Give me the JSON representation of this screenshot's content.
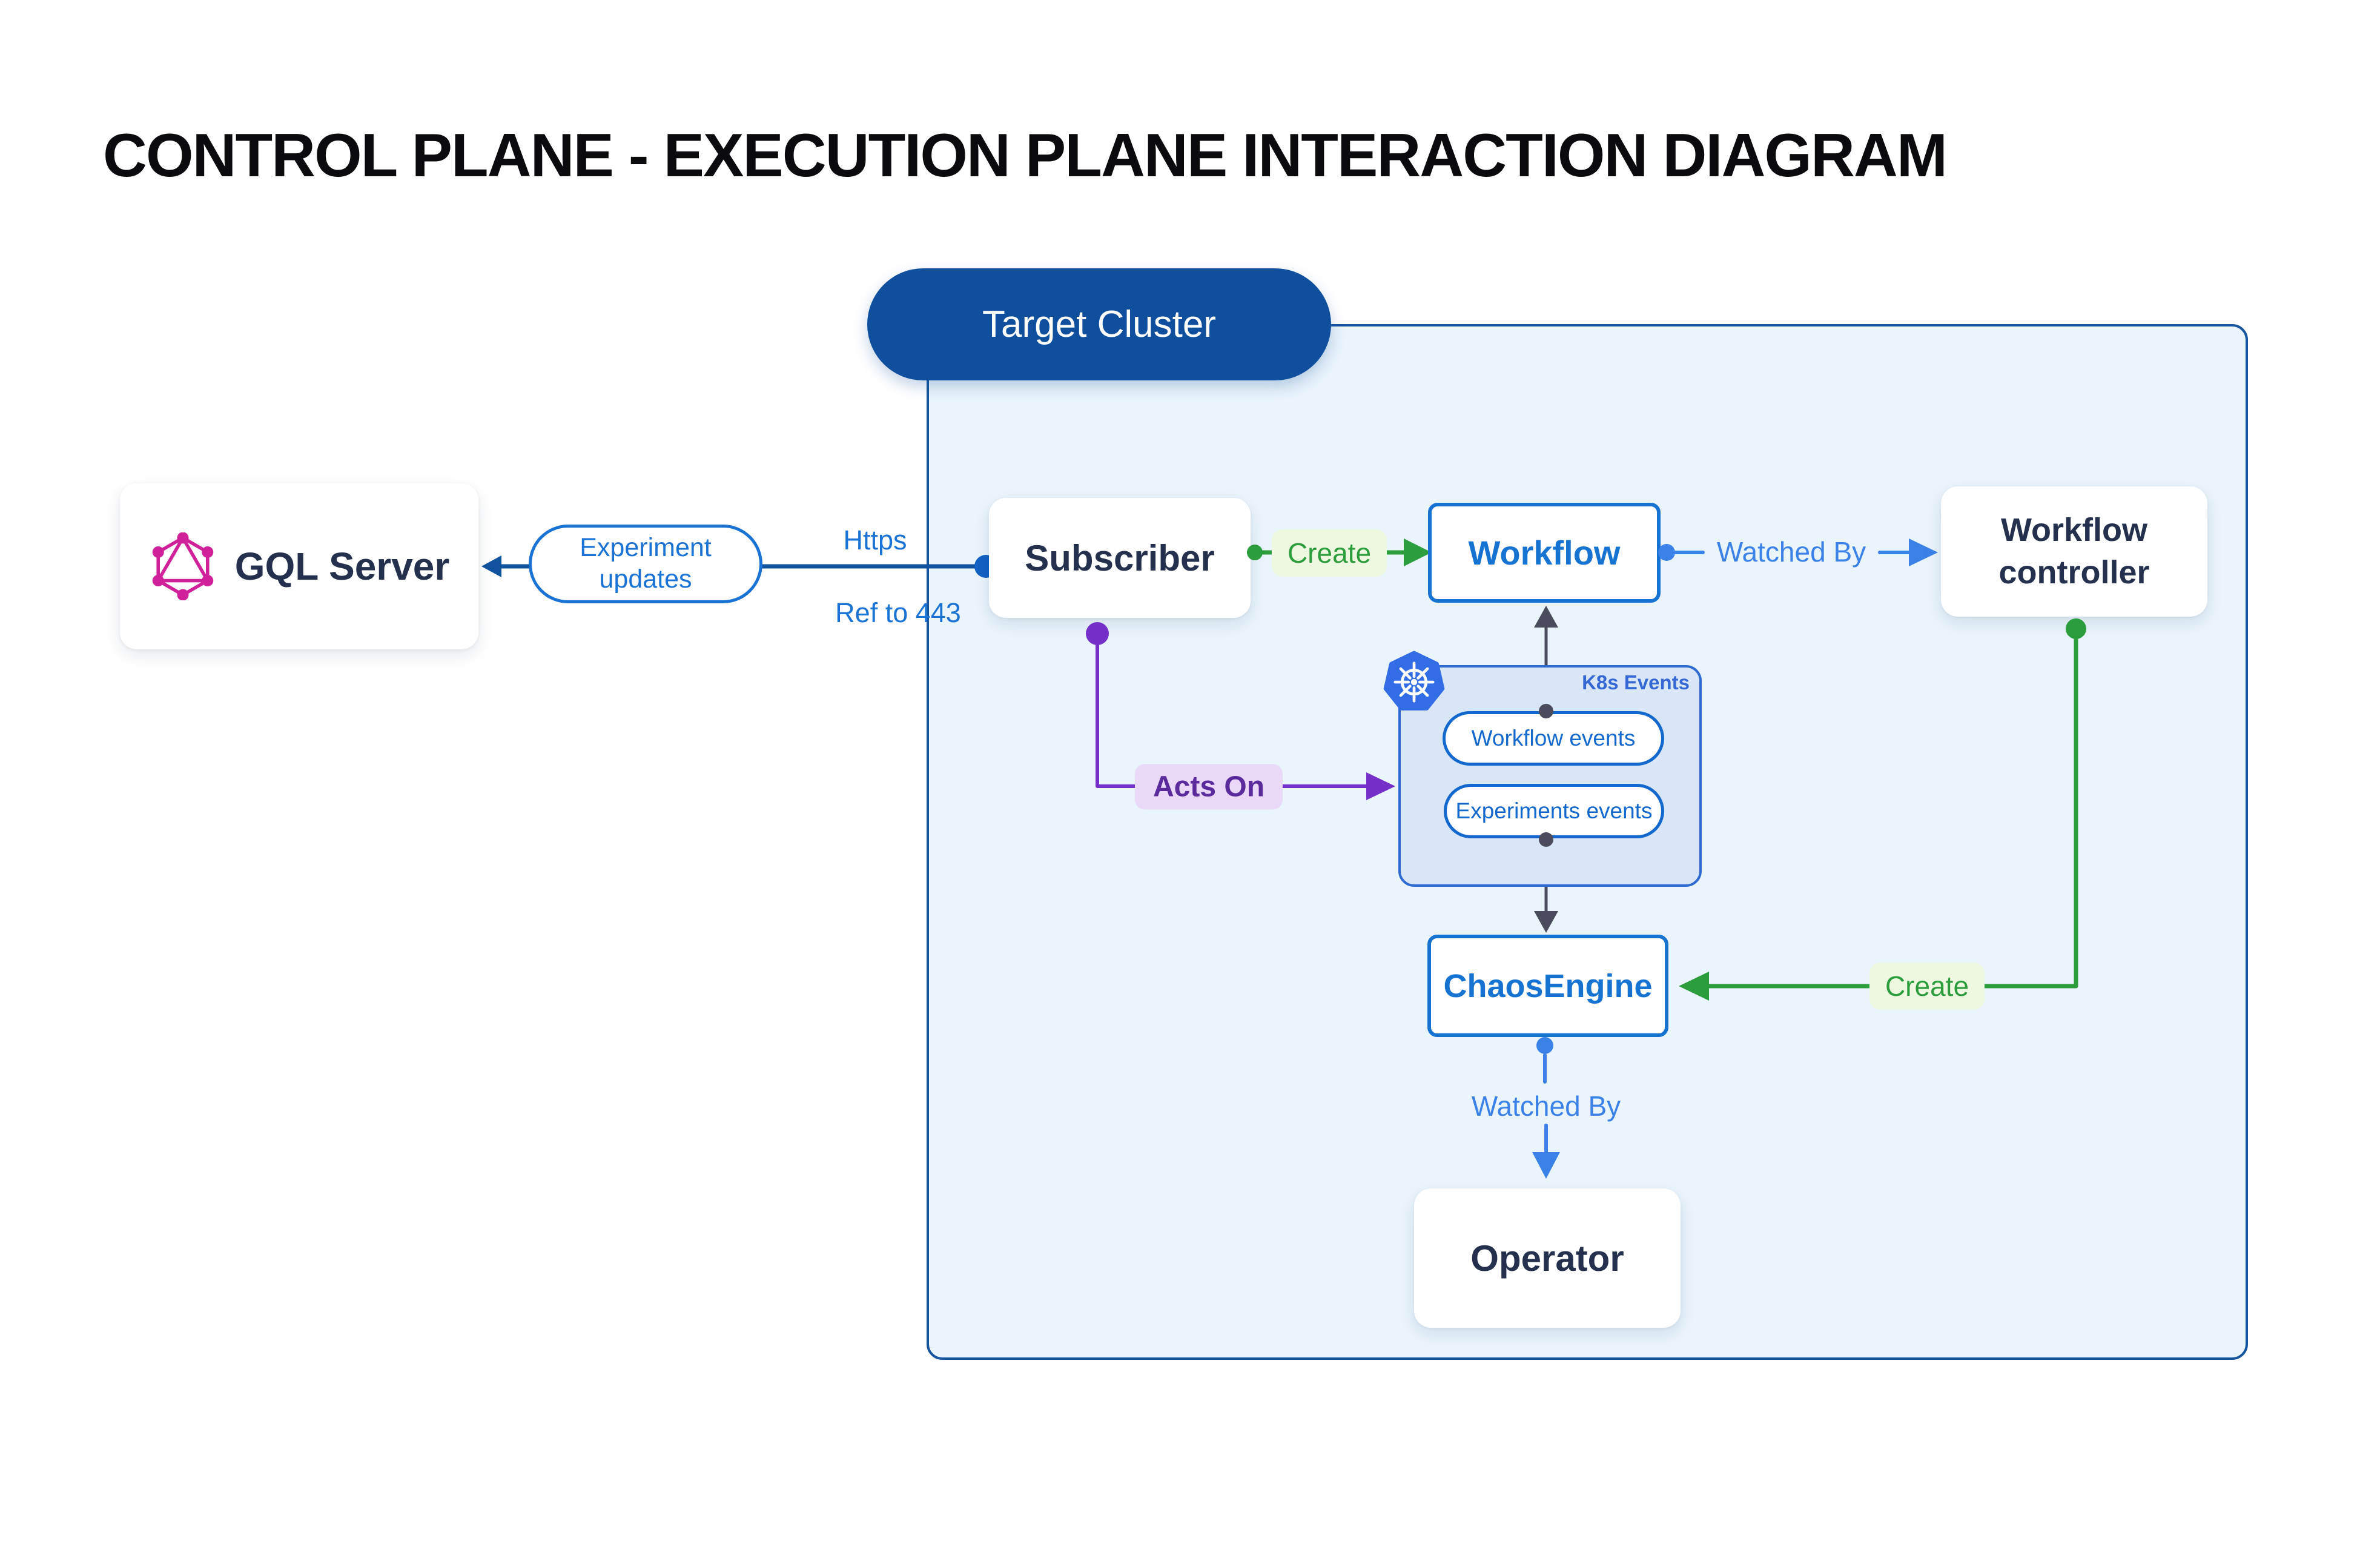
{
  "title": "CONTROL PLANE - EXECUTION PLANE INTERACTION DIAGRAM",
  "cluster": {
    "label": "Target Cluster",
    "k8s_events": {
      "title": "K8s Events",
      "pills": [
        {
          "label": "Workflow events"
        },
        {
          "label": "Experiments events"
        }
      ]
    }
  },
  "nodes": {
    "gql_server": {
      "label": "GQL Server"
    },
    "subscriber": {
      "label": "Subscriber"
    },
    "workflow": {
      "label": "Workflow"
    },
    "workflow_controller": {
      "label": "Workflow controller"
    },
    "chaos_engine": {
      "label": "ChaosEngine"
    },
    "operator": {
      "label": "Operator"
    }
  },
  "edges": {
    "experiment_updates": {
      "label": "Experiment updates"
    },
    "https": {
      "label": "Https"
    },
    "ref_to_443": {
      "label": "Ref to 443"
    },
    "create_workflow": {
      "label": "Create"
    },
    "watched_by_controller": {
      "label": "Watched By"
    },
    "acts_on": {
      "label": "Acts On"
    },
    "create_chaos_engine": {
      "label": "Create"
    },
    "watched_by_operator": {
      "label": "Watched By"
    }
  },
  "icons": {
    "graphql": "graphql-logo-icon",
    "kubernetes": "kubernetes-logo-icon"
  },
  "colors": {
    "node_outline_blue": "#1673d2",
    "dark_blue": "#0f4f9d",
    "cluster_fill": "#e9f4fb",
    "cluster_border": "#17549e",
    "light_blue_arrow": "#3b82e8",
    "green": "#2b9d3c",
    "green_label_bg": "#eef7e0",
    "purple": "#7430c9",
    "purple_label_bg": "#e9d8f7",
    "purple_label_text": "#5b2a9d",
    "navy_text": "#25304e",
    "k8s_panel_fill": "#d8e6f8",
    "k8s_panel_border": "#2f6ad0",
    "k8s_badge_blue": "#326de6",
    "graphql_pink": "#d0219b",
    "gray_connector": "#4b4b5e"
  }
}
